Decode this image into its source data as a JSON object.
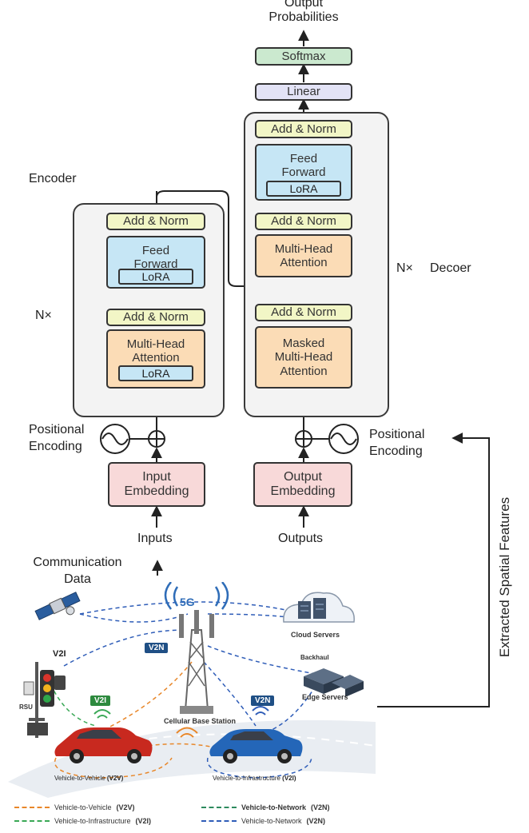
{
  "output_title": {
    "line1": "Output",
    "line2": "Probabilities"
  },
  "softmax": "Softmax",
  "linear": "Linear",
  "encoder_label": "Encoder",
  "decoder_label": "Decoer",
  "nx": "N×",
  "add_norm": "Add & Norm",
  "feed_forward": {
    "line1": "Feed",
    "line2": "Forward"
  },
  "lora": "LoRA",
  "multi_head_attention": {
    "line1": "Multi-Head",
    "line2": "Attention"
  },
  "masked_attention": {
    "line1": "Masked",
    "line2": "Multi-Head",
    "line3": "Attention"
  },
  "positional_encoding": {
    "line1": "Positional",
    "line2": "Encoding"
  },
  "input_embedding": {
    "line1": "Input",
    "line2": "Embedding"
  },
  "output_embedding": {
    "line1": "Output",
    "line2": "Embedding"
  },
  "inputs": "Inputs",
  "outputs": "Outputs",
  "communication_data": {
    "line1": "Communication",
    "line2": "Data"
  },
  "extracted_features": "Extracted Spatial Features",
  "network": {
    "five_g": "5G",
    "cloud_servers": "Cloud Servers",
    "backhaul": "Backhaul",
    "edge_servers": "Edge Servers",
    "cellular_base_station": "Cellular Base Station",
    "rsu": "RSU",
    "v2i": "V2I",
    "v2n": "V2N",
    "v2v_caption": {
      "text": "Vehicle-to-Vehicle ",
      "bold": "(V2V)"
    },
    "v2i_caption": {
      "text": "Vehicle-to-Infrastructure ",
      "bold": "(V2I)"
    }
  },
  "legend": [
    {
      "text": "Vehicle-to-Vehicle ",
      "bold": "(V2V)",
      "color": "#e8872a"
    },
    {
      "text": "Vehicle-to-Network ",
      "bold": "(V2N)",
      "color": "#2d8a5e"
    },
    {
      "text": "Vehicle-to-Infrastructure ",
      "bold": "(V2I)",
      "color": "#3aa856"
    },
    {
      "text": "Vehicle-to-Network ",
      "bold": "(V2N)",
      "color": "#2f5db8"
    }
  ],
  "colors": {
    "add_norm": "#f2f6c6",
    "feed_forward": "#c6e6f5",
    "attention": "#fbdcb6",
    "embedding": "#f8d9d9",
    "linear": "#e3e3f6",
    "softmax": "#cbe9cf",
    "v2n_tag": "#1f4f85",
    "v2i_tag": "#2d8a3e",
    "car_red": "#c8291f",
    "car_blue": "#2466b8"
  }
}
